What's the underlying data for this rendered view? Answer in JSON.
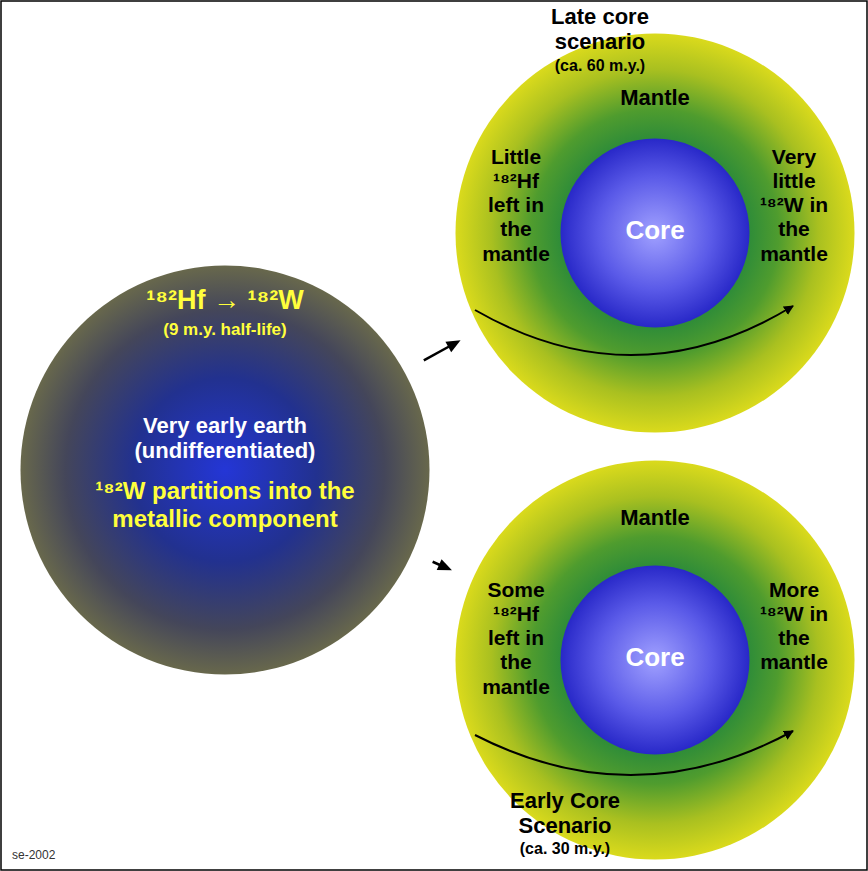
{
  "diagram": {
    "nodes": [
      {
        "text": [
          "¹⁸²Hf → ¹⁸²W",
          "(9 m.y. half-life)",
          "Very early earth (undifferentiated)",
          "¹⁸²W partitions into the metallic component"
        ]
      },
      {
        "text": [
          "Late core scenario",
          "(ca. 60 m.y.)",
          "Mantle",
          "Little ¹⁸²Hf left in the mantle",
          "Very little ¹⁸²W in the mantle"
        ]
      },
      {
        "text": [
          "Core"
        ],
        "in": 1
      },
      {
        "text": [
          "Mantle",
          "Some ¹⁸²Hf left in the mantle",
          "More ¹⁸²W in the mantle",
          "Early Core Scenario",
          "(ca. 30 m.y.)"
        ]
      },
      {
        "text": [
          "Core"
        ],
        "in": 3
      }
    ],
    "edges": [
      {
        "from": 0,
        "to": 1,
        "arrow": "to"
      },
      {
        "from": 0,
        "to": 3,
        "arrow": "to"
      }
    ],
    "labels": [
      "se-2002"
    ]
  }
}
